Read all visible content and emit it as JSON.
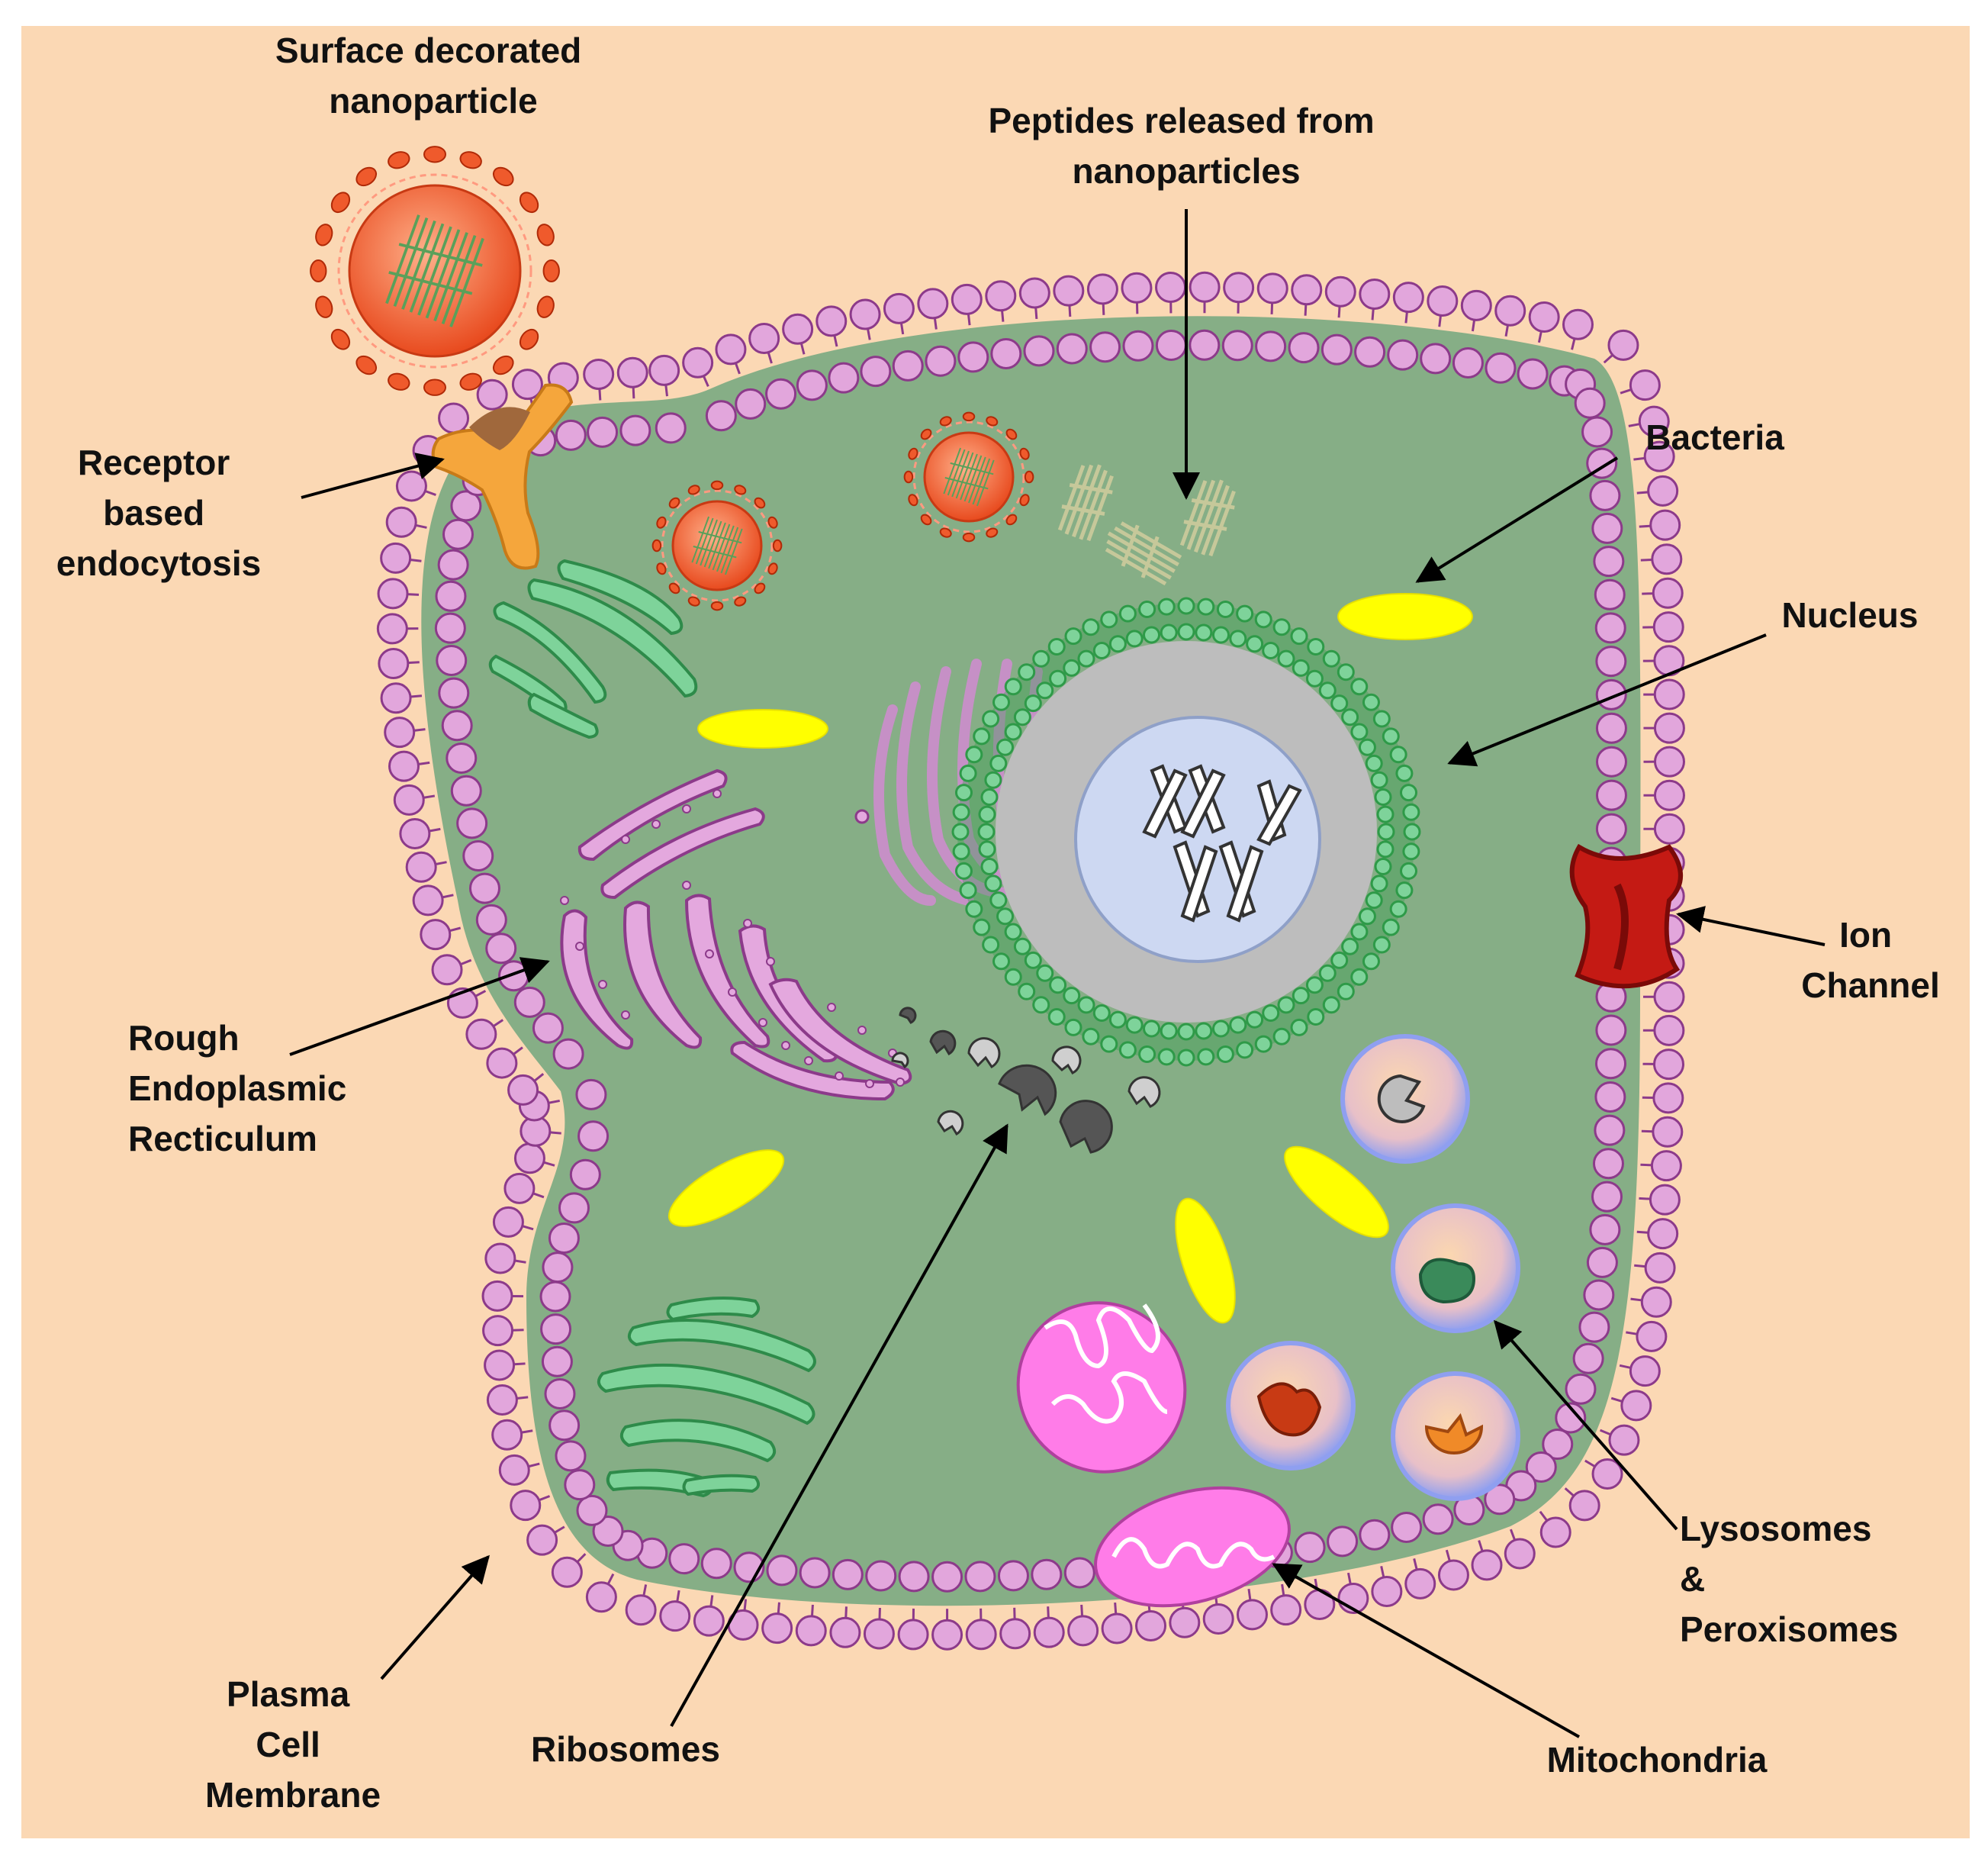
{
  "labels": {
    "surface_nanoparticle": [
      "Surface decorated",
      "nanoparticle"
    ],
    "peptides": [
      "Peptides released from",
      "nanoparticles"
    ],
    "bacteria": [
      "Bacteria"
    ],
    "nucleus": [
      "Nucleus"
    ],
    "receptor": [
      "Receptor",
      "based",
      "endocytosis"
    ],
    "rough_er": [
      "Rough",
      "Endoplasmic",
      "Recticulum"
    ],
    "ion_channel": [
      "Ion",
      "Channel"
    ],
    "lysosomes": [
      "Lysosomes",
      "&",
      "Peroxisomes"
    ],
    "mitochondria": [
      "Mitochondria"
    ],
    "ribosomes": [
      "Ribosomes"
    ],
    "plasma_membrane": [
      "Plasma",
      "Cell",
      "Membrane"
    ]
  },
  "colors": {
    "background": "#fbd8b4",
    "cytoplasm": "#86ae86",
    "membrane_head": "#e2a6dc",
    "membrane_stroke": "#8c3a8a",
    "nucleus_envelope": "#2e9a48",
    "nucleoplasm": "#bdbdbd",
    "nucleolus": "#cdd8f2",
    "golgi_green": "#7ed39a",
    "er_pink": "#e4a8de",
    "bacteria": "#ffff00",
    "ion_channel": "#c41a14",
    "receptor": "#f5a63c",
    "nanoparticle": "#ef5a2c",
    "mitochondria": "#ff7ce8",
    "lysosome_ring": "#9aa8ee",
    "ribosome": "#555555"
  }
}
